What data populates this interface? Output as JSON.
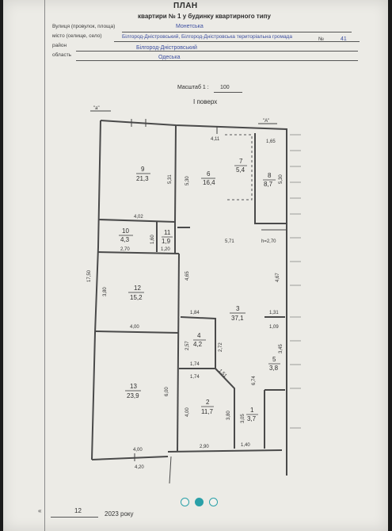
{
  "header": {
    "title": "ПЛАН",
    "subtitle": "квартири № 1 у будинку квартирного типу"
  },
  "address": {
    "street_label": "Вулиця (провулок, площа)",
    "street_value": "Монетська",
    "place_label": "місто (селище, село)",
    "place_value": "Білгород-Дністровський, Білгород-Дністровська територіальна громада",
    "no_label": "№",
    "no_value": "41",
    "district_label": "район",
    "district_value": "Білгород-Дністровський",
    "region_label": "область",
    "region_value": "Одеська"
  },
  "scale": {
    "label": "Масштаб 1 :",
    "value": "100"
  },
  "floor": "I поверх",
  "markers": {
    "a_left": "\"a\"",
    "a_right": "\"A\""
  },
  "rooms": [
    {
      "num": "9",
      "area": "21,3"
    },
    {
      "num": "6",
      "area": "16,4"
    },
    {
      "num": "7",
      "area": "5,4"
    },
    {
      "num": "8",
      "area": "8,7"
    },
    {
      "num": "10",
      "area": "4,3"
    },
    {
      "num": "11",
      "area": "1,9"
    },
    {
      "num": "12",
      "area": "15,2"
    },
    {
      "num": "3",
      "area": "37,1"
    },
    {
      "num": "4",
      "area": "4,2"
    },
    {
      "num": "5",
      "area": "3,8"
    },
    {
      "num": "13",
      "area": "23,9"
    },
    {
      "num": "2",
      "area": "11,7"
    },
    {
      "num": "1",
      "area": "3,7"
    }
  ],
  "dimensions": [
    "4,11",
    "1,65",
    "5,31",
    "5,30",
    "5,30",
    "4,02",
    "1,60",
    "2,70",
    "1,20",
    "17,50",
    "3,80",
    "4,65",
    "5,71",
    "h=2,70",
    "4,67",
    "1,84",
    "1,31",
    "4,00",
    "1,09",
    "2,57",
    "2,72",
    "3,45",
    "1,74",
    "1,74",
    "1,51",
    "6,74",
    "6,00",
    "4,00",
    "3,80",
    "3,05",
    "4,00",
    "2,90",
    "1,40",
    "4,20"
  ],
  "footer": {
    "prefix": "«",
    "day": "12",
    "month": "",
    "year_text": "2023 року"
  }
}
